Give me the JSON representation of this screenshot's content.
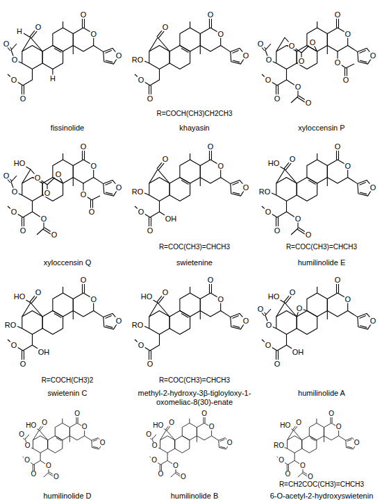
{
  "diagram": {
    "labels": [
      "fissinolide",
      "H",
      "O",
      "O",
      "O",
      "O",
      "O",
      "O",
      "O",
      "O",
      "H",
      "khayasin",
      "R=COCH(CH3)CH2CH3",
      "RO",
      "O",
      "O",
      "O",
      "O",
      "O",
      "O",
      "xyloccensin P",
      "O",
      "O",
      "O",
      "O",
      "O",
      "O",
      "O",
      "O",
      "O",
      "O",
      "O",
      "O",
      "O",
      "O",
      "xyloccensin Q",
      "HO",
      "O",
      "O",
      "O",
      "O",
      "O",
      "O",
      "O",
      "O",
      "O",
      "O",
      "O",
      "O",
      "O",
      "O",
      "swietenine",
      "R=COC(CH3)=CHCH3",
      "RO",
      "O",
      "O",
      "O",
      "O",
      "O",
      "O",
      "OH",
      "humilinolide E",
      "R=COC(CH3)=CHCH3",
      "HO",
      "RO",
      "O",
      "O",
      "O",
      "O",
      "O",
      "O",
      "O",
      "O",
      "swietenin C",
      "R=COCH(CH3)2",
      "HO",
      "RO",
      "O",
      "O",
      "O",
      "O",
      "O",
      "O",
      "OH",
      "methyl-2-hydroxy-3β-tigloyloxy-1-oxomeliac-8(30)-enate",
      "R=COC(CH3)=CHCH3",
      "HO",
      "RO",
      "O",
      "O",
      "O",
      "O",
      "O",
      "O",
      "humilinolide A",
      "HO",
      "O",
      "O",
      "O",
      "O",
      "O",
      "O",
      "O",
      "O",
      "OH",
      "O",
      "humilinolide D",
      "HO",
      "O",
      "O",
      "O",
      "O",
      "O",
      "O",
      "O",
      "O",
      "O",
      "O",
      "humilinolide B",
      "HO",
      "O",
      "O",
      "O",
      "O",
      "O",
      "O",
      "O",
      "O",
      "O",
      "O",
      "6-O-acetyl-2-hydroxyswietenin",
      "R=CH2COC(CH3)=CHCH3",
      "HO",
      "RO",
      "O",
      "O",
      "O",
      "O",
      "O",
      "O",
      "O",
      "O"
    ]
  }
}
